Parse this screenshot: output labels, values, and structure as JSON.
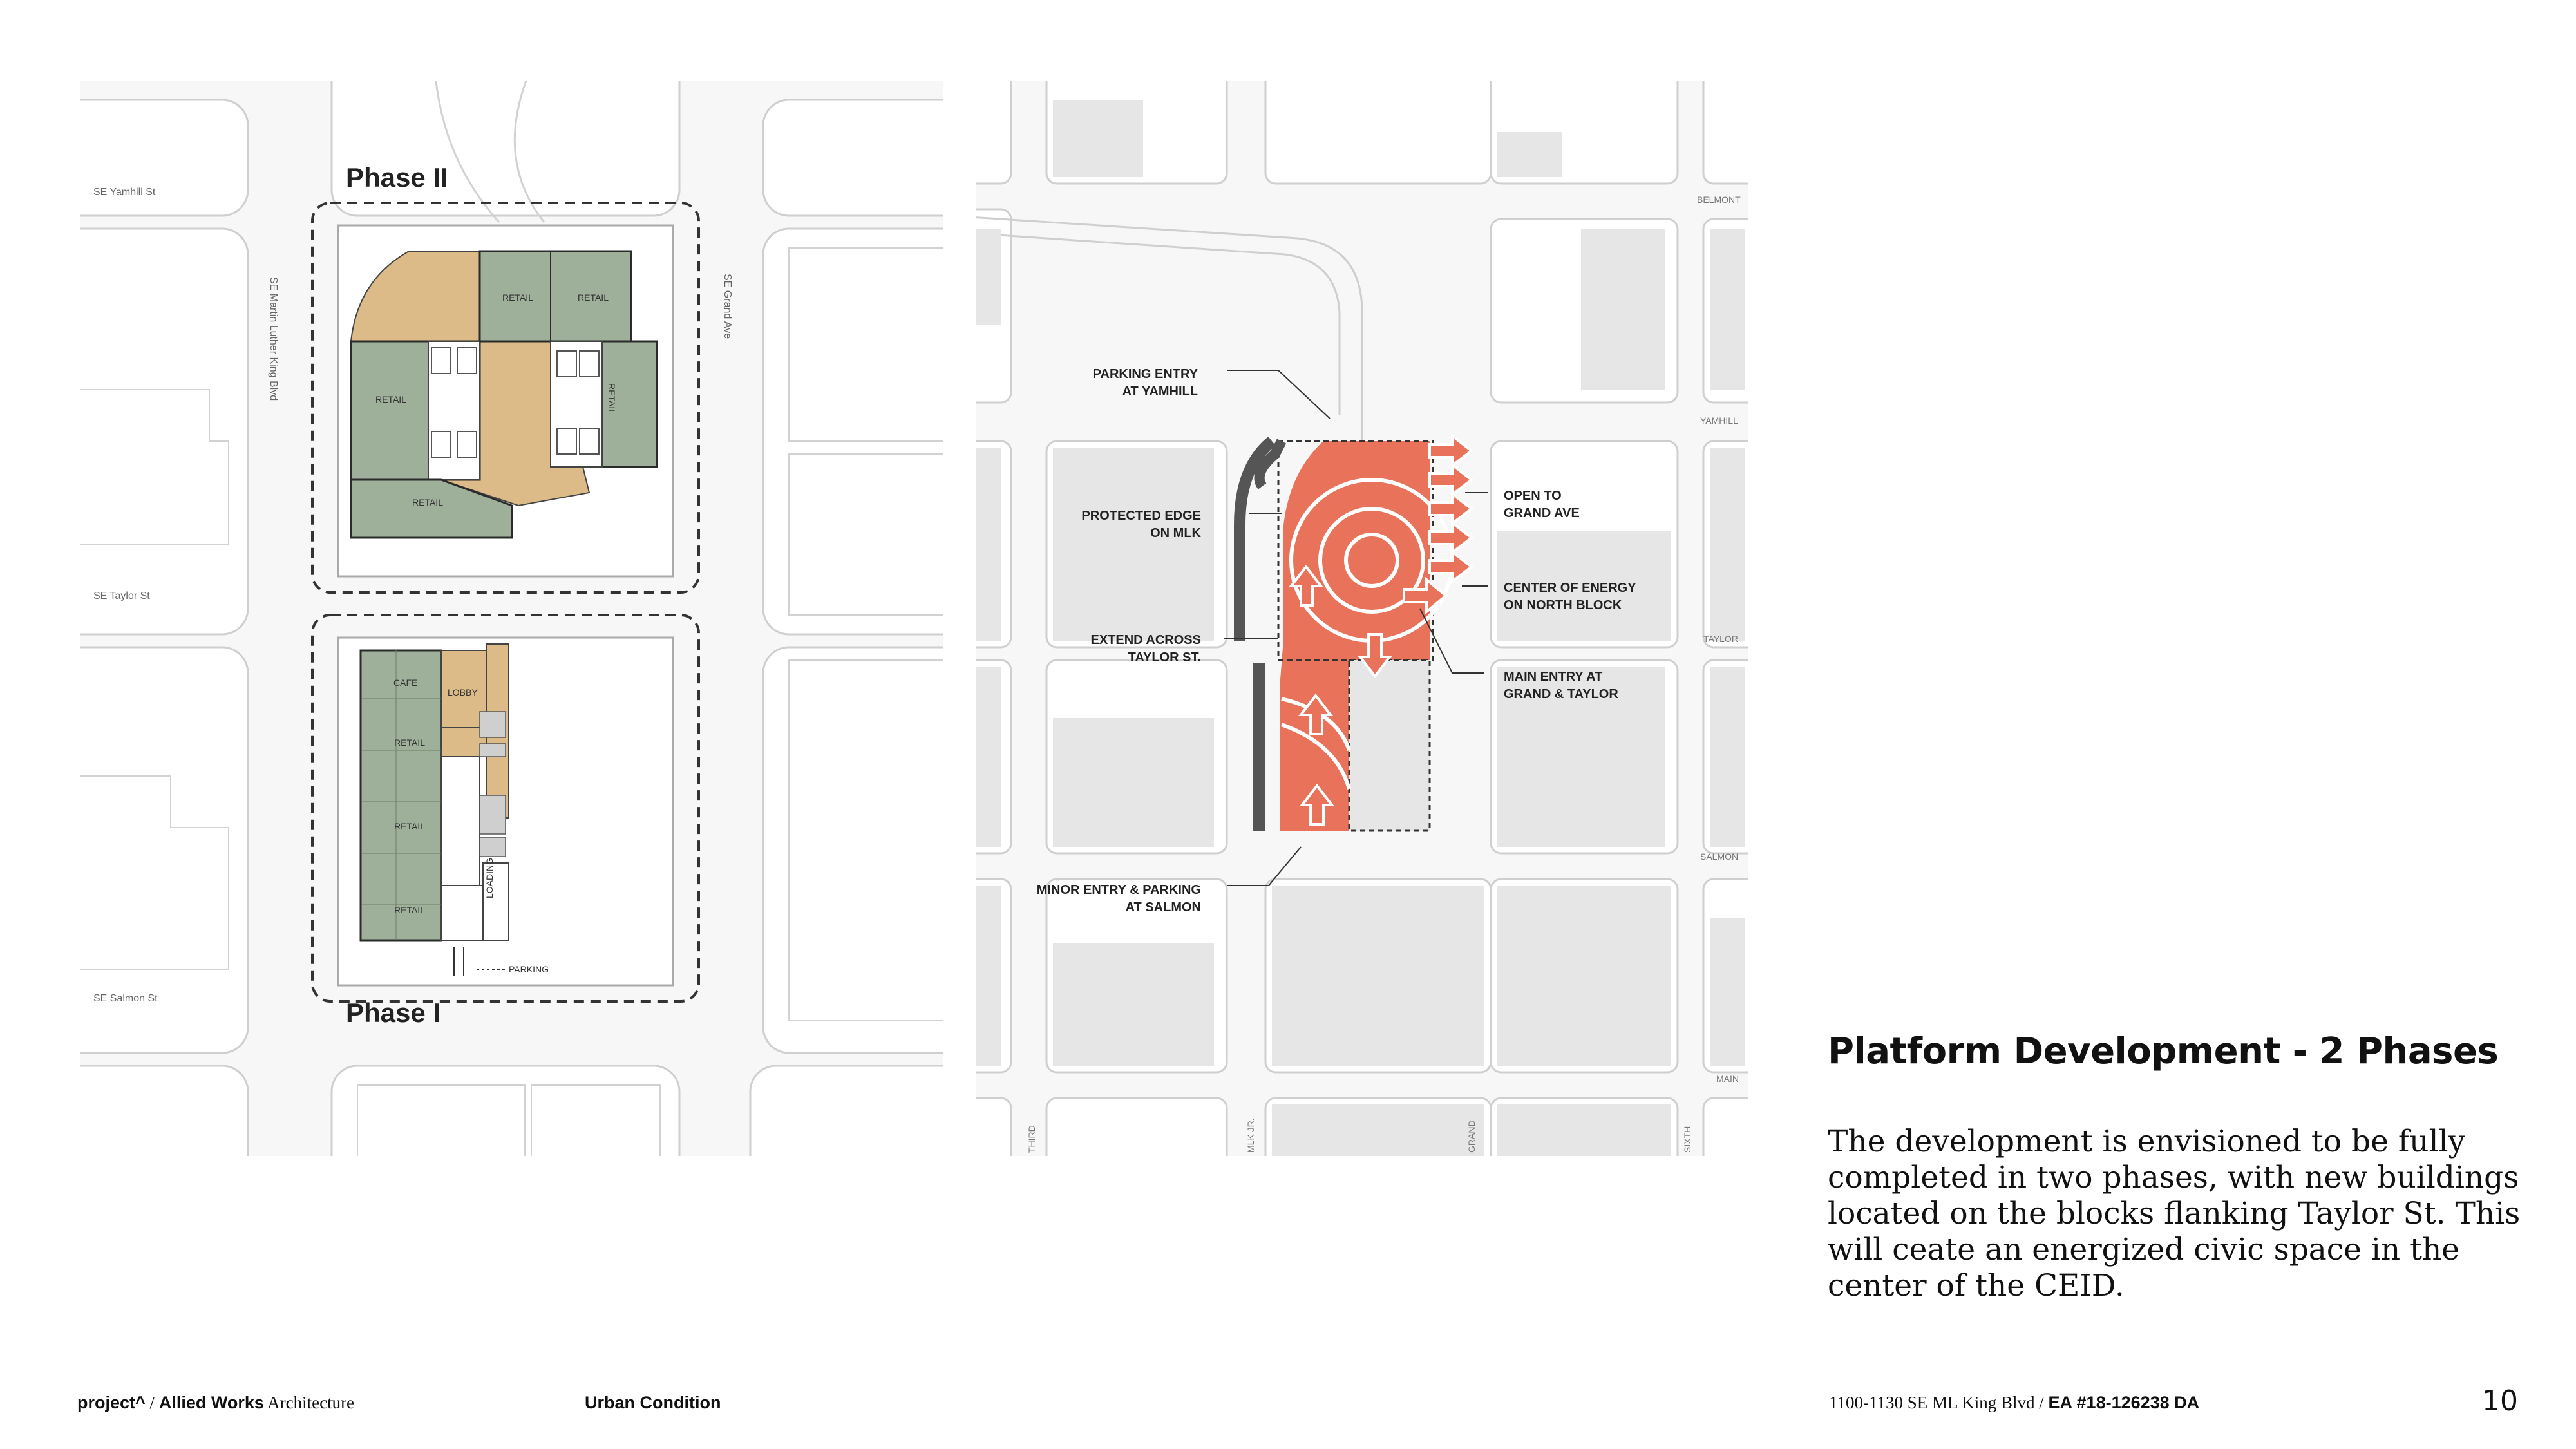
{
  "plan_figure": {
    "phase_labels": {
      "phase2": "Phase II",
      "phase1": "Phase I"
    },
    "street_labels": {
      "yamhill": "SE Yamhill St",
      "taylor": "SE Taylor St",
      "salmon": "SE Salmon St",
      "mlk": "SE Martin Luther King Blvd",
      "grand": "SE Grand Ave"
    },
    "room_labels": {
      "retail": "RETAIL",
      "cafe": "CAFE",
      "lobby": "LOBBY",
      "loading": "LOADING",
      "parking": "PARKING"
    },
    "colors": {
      "retail_green": "#9fb09a",
      "common_tan": "#ddbb88",
      "outline": "#2b2b2b"
    }
  },
  "diagram_figure": {
    "callouts": {
      "parking_entry": [
        "PARKING ENTRY",
        "AT YAMHILL"
      ],
      "protected_edge": [
        "PROTECTED EDGE",
        "ON MLK"
      ],
      "extend_across": [
        "EXTEND ACROSS",
        "TAYLOR ST."
      ],
      "minor_entry": [
        "MINOR ENTRY & PARKING",
        "AT SALMON"
      ],
      "open_to": [
        "OPEN TO",
        "GRAND AVE"
      ],
      "center_energy": [
        "CENTER OF ENERGY",
        "ON NORTH BLOCK"
      ],
      "main_entry": [
        "MAIN ENTRY AT",
        "GRAND & TAYLOR"
      ]
    },
    "street_labels": {
      "belmont": "BELMONT",
      "yamhill": "YAMHILL",
      "taylor": "TAYLOR",
      "salmon": "SALMON",
      "main": "MAIN",
      "third": "THIRD",
      "mlk": "MLK JR.",
      "grand": "GRAND",
      "sixth": "SIXTH"
    },
    "colors": {
      "accent": "#e8735a",
      "protected_edge": "#555555",
      "building": "#e6e6e6"
    }
  },
  "content": {
    "heading": "Platform Development - 2 Phases",
    "body": "The development is envisioned to be fully completed in two phases, with new buildings located on the blocks flanking Taylor St. This will ceate an energized civic space in the center of the CEID."
  },
  "footer": {
    "project": "project^",
    "sep1": " / ",
    "firm": "Allied Works",
    "firm_suffix": " Architecture",
    "section": "Urban Condition",
    "address": "1100-1130 SE ML King Blvd",
    "sep2": " / ",
    "ea": "EA #18-126238 DA",
    "page_number": "10"
  }
}
